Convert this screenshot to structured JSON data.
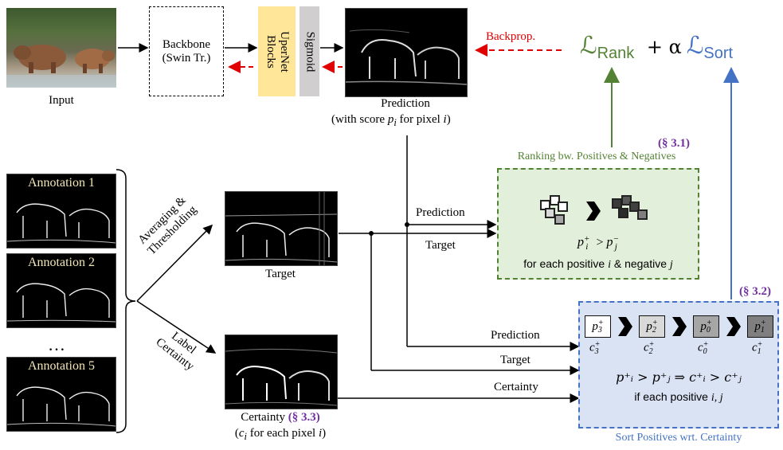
{
  "input": {
    "label": "Input"
  },
  "backbone": {
    "line1": "Backbone",
    "line2": "(Swin Tr.)"
  },
  "upernet": {
    "line1": "UperNet",
    "line2": "Blocks"
  },
  "sigmoid": {
    "label": "Sigmoid"
  },
  "prediction": {
    "line1": "Prediction",
    "line2_prefix": "(with score ",
    "line2_var": "p",
    "line2_sub": "i",
    "line2_suffix": " for pixel ",
    "line2_idx": "i",
    "line2_end": ")"
  },
  "backprop": {
    "label": "Backprop."
  },
  "loss": {
    "rank_script": "ℒ",
    "rank_sub": "Rank",
    "plus": "+ α",
    "sort_script": "ℒ",
    "sort_sub": "Sort"
  },
  "annotations": [
    "Annotation 1",
    "Annotation 2",
    "Annotation 5"
  ],
  "ellipsis": "…",
  "branch_top": {
    "line1": "Averaging &",
    "line2": "Thresholding"
  },
  "branch_bottom": {
    "line1": "Label",
    "line2": "Certainty"
  },
  "target_img": {
    "label": "Target"
  },
  "certainty_img": {
    "line1_text": "Certainty ",
    "line1_ref": "(§ 3.3)",
    "line2_prefix": "(",
    "line2_var": "c",
    "line2_sub": "i",
    "line2_suffix": " for each pixel ",
    "line2_idx": "i",
    "line2_end": ")"
  },
  "arrows": {
    "prediction1": "Prediction",
    "target1": "Target",
    "prediction2": "Prediction",
    "target2": "Target",
    "certainty": "Certainty"
  },
  "rank_box": {
    "ref": "(§ 3.1)",
    "title": "Ranking bw. Positives & Negatives",
    "formula_lhs": "p",
    "formula_lhs_sup": "+",
    "formula_lhs_sub": "i",
    "formula_op": ">",
    "formula_rhs": "p",
    "formula_rhs_sup": "−",
    "formula_rhs_sub": "j",
    "caption_prefix": "for each positive ",
    "caption_i": "i",
    "caption_mid": " & negative ",
    "caption_j": "j"
  },
  "sort_box": {
    "ref": "(§ 3.2)",
    "title": "Sort Positives wrt. Certainty",
    "items": [
      {
        "p_sub": "3",
        "c_sub": "3",
        "shade": "#ffffff"
      },
      {
        "p_sub": "2",
        "c_sub": "2",
        "shade": "#d9d9d9"
      },
      {
        "p_sub": "0",
        "c_sub": "0",
        "shade": "#a6a6a6"
      },
      {
        "p_sub": "1",
        "c_sub": "1",
        "shade": "#7f7f7f"
      }
    ],
    "p_var": "p",
    "c_var": "c",
    "sup": "+",
    "formula": "p⁺ᵢ > p⁺ⱼ ⇒ c⁺ᵢ > c⁺ⱼ",
    "caption_prefix": "if each positive ",
    "caption_vars": "i, j"
  },
  "colors": {
    "green": "#548235",
    "blue": "#4472c4",
    "purple": "#7030a0",
    "red": "#e00000",
    "upernet": "#ffe699",
    "sigmoid": "#d0cece",
    "rank_fill": "#e2efda",
    "sort_fill": "#dae3f3"
  }
}
